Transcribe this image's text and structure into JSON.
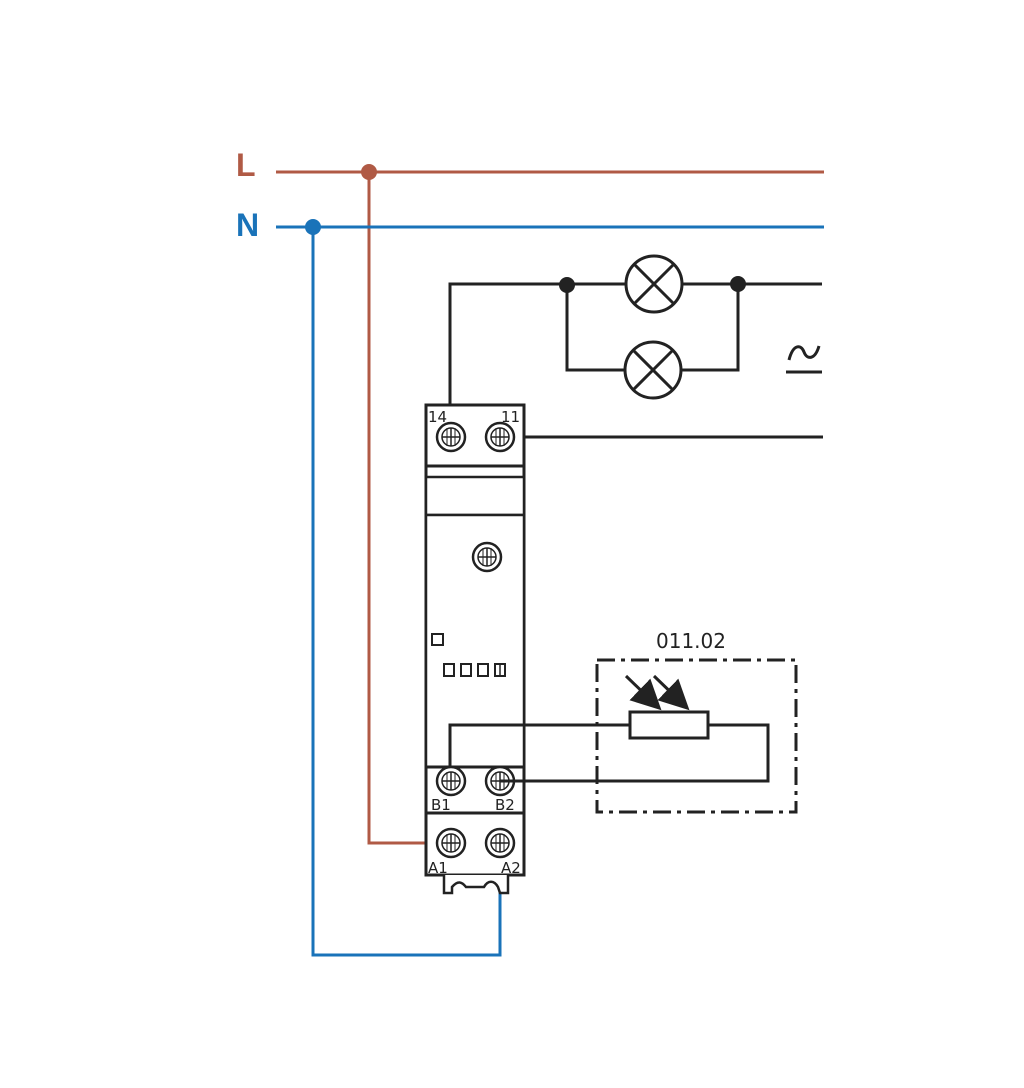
{
  "diagram": {
    "line_label": "L",
    "neutral_label": "N",
    "sensor_label": "011.02",
    "ac_symbol": "~",
    "terminals": {
      "t14": "14",
      "t11": "11",
      "b1": "B1",
      "b2": "B2",
      "a1": "A1",
      "a2": "A2"
    }
  },
  "colors": {
    "line": "#b05a45",
    "neutral": "#1a73b9",
    "black": "#222222"
  },
  "icons": {
    "lamp": "lamp-icon",
    "photoresistor": "photoresistor-icon",
    "terminal": "screw-terminal-icon"
  }
}
